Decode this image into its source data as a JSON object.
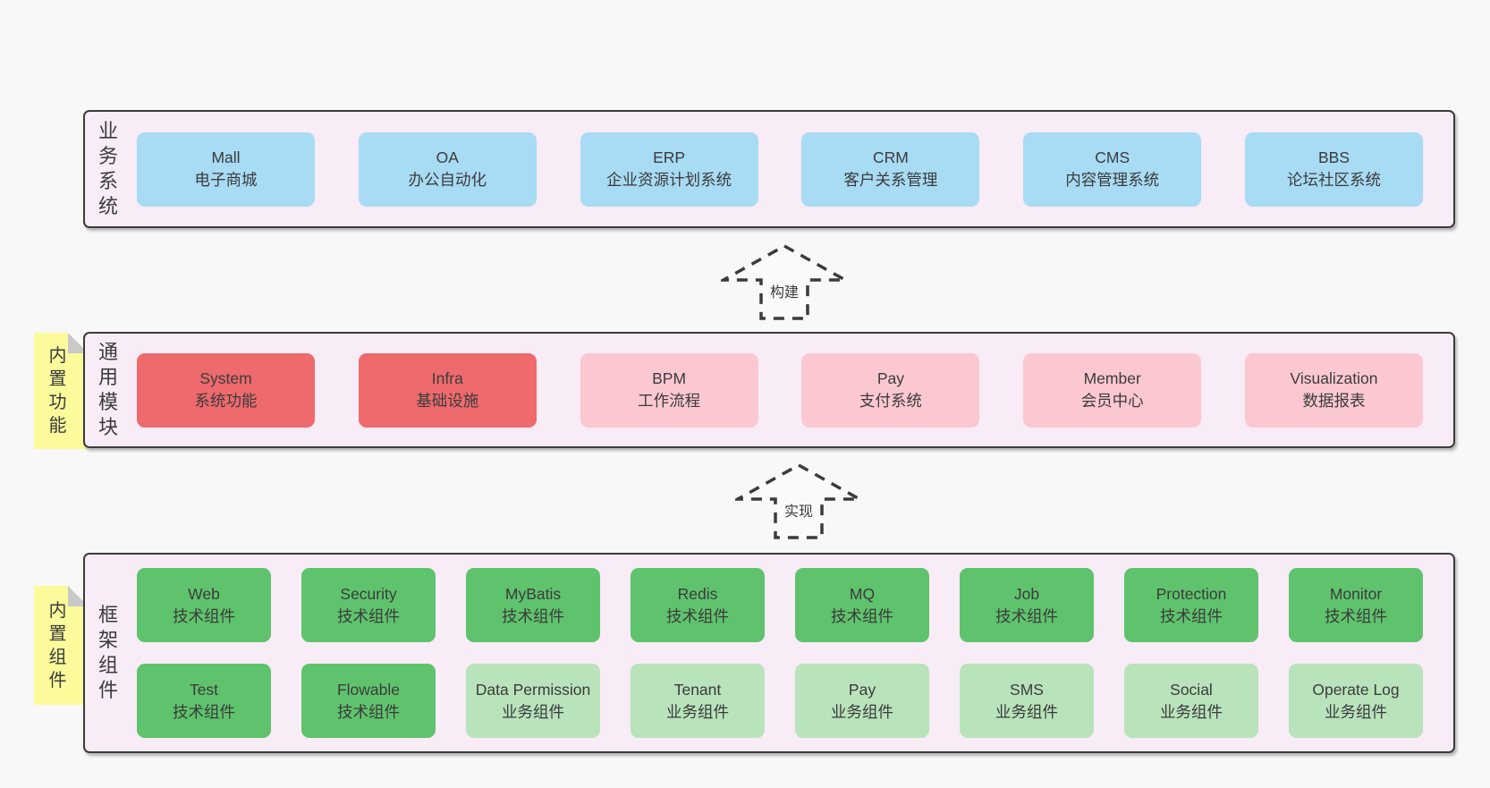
{
  "colors": {
    "page_bg": "#f8f8f8",
    "panel_bg": "#f8ecf6",
    "panel_border": "#3b3b3b",
    "box_blue": "#a8dbf4",
    "box_red": "#ee6a6d",
    "box_pink": "#fbc8d2",
    "box_green": "#5fc36d",
    "box_green_light": "#b8e3bb",
    "note_yellow": "#fbfb9c",
    "text": "#3b3b3b"
  },
  "sections": [
    {
      "label": "业务系统",
      "rows": [
        [
          {
            "name": "Mall",
            "desc": "电子商城"
          },
          {
            "name": "OA",
            "desc": "办公自动化"
          },
          {
            "name": "ERP",
            "desc": "企业资源计划系统"
          },
          {
            "name": "CRM",
            "desc": "客户关系管理"
          },
          {
            "name": "CMS",
            "desc": "内容管理系统"
          },
          {
            "name": "BBS",
            "desc": "论坛社区系统"
          }
        ]
      ]
    },
    {
      "label": "通用模块",
      "note": "内置功能",
      "rows": [
        [
          {
            "name": "System",
            "desc": "系统功能"
          },
          {
            "name": "Infra",
            "desc": "基础设施"
          },
          {
            "name": "BPM",
            "desc": "工作流程"
          },
          {
            "name": "Pay",
            "desc": "支付系统"
          },
          {
            "name": "Member",
            "desc": "会员中心"
          },
          {
            "name": "Visualization",
            "desc": "数据报表"
          }
        ]
      ]
    },
    {
      "label": "框架组件",
      "note": "内置组件",
      "rows": [
        [
          {
            "name": "Web",
            "desc": "技术组件"
          },
          {
            "name": "Security",
            "desc": "技术组件"
          },
          {
            "name": "MyBatis",
            "desc": "技术组件"
          },
          {
            "name": "Redis",
            "desc": "技术组件"
          },
          {
            "name": "MQ",
            "desc": "技术组件"
          },
          {
            "name": "Job",
            "desc": "技术组件"
          },
          {
            "name": "Protection",
            "desc": "技术组件"
          },
          {
            "name": "Monitor",
            "desc": "技术组件"
          }
        ],
        [
          {
            "name": "Test",
            "desc": "技术组件"
          },
          {
            "name": "Flowable",
            "desc": "技术组件"
          },
          {
            "name": "Data Permission",
            "desc": "业务组件"
          },
          {
            "name": "Tenant",
            "desc": "业务组件"
          },
          {
            "name": "Pay",
            "desc": "业务组件"
          },
          {
            "name": "SMS",
            "desc": "业务组件"
          },
          {
            "name": "Social",
            "desc": "业务组件"
          },
          {
            "name": "Operate Log",
            "desc": "业务组件"
          }
        ]
      ]
    }
  ],
  "arrows": [
    {
      "label": "构建"
    },
    {
      "label": "实现"
    }
  ]
}
